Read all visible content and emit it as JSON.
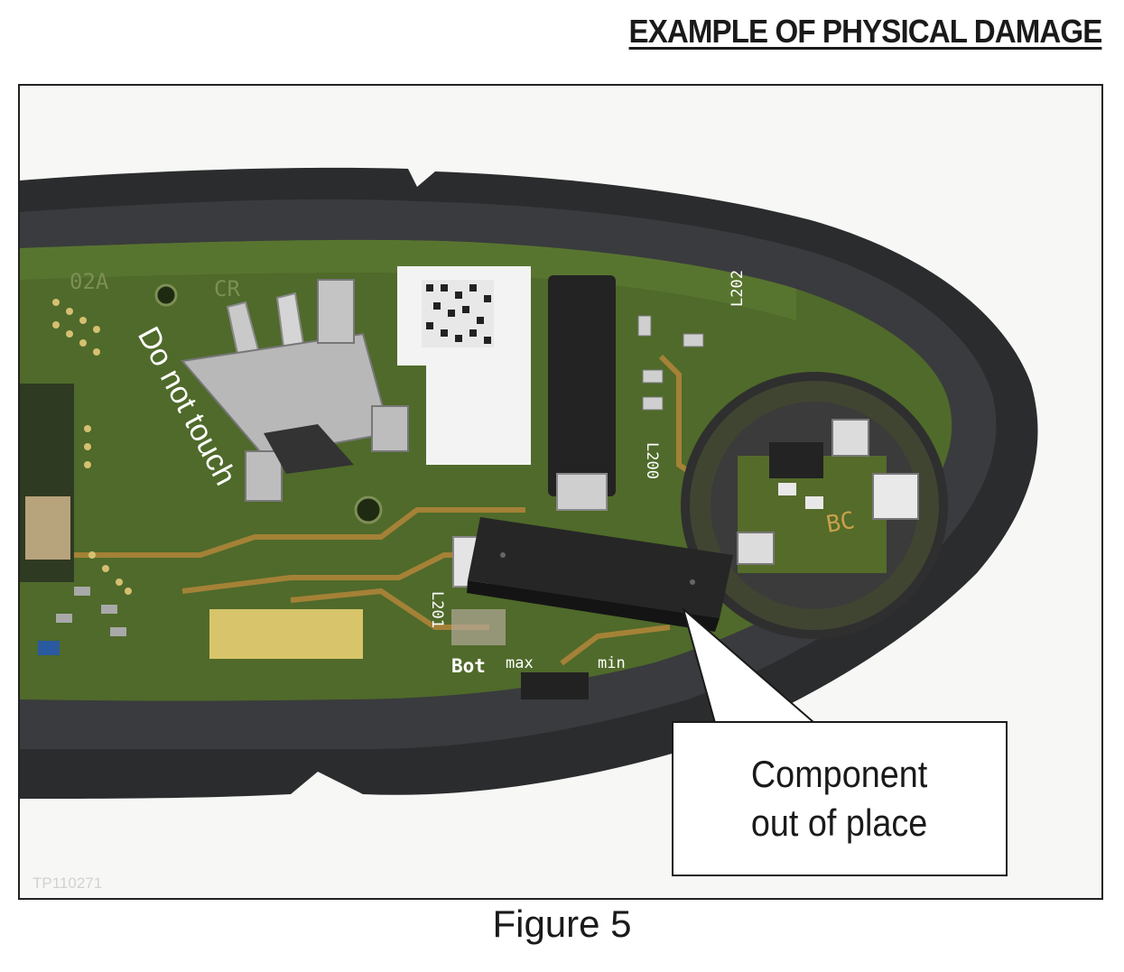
{
  "heading": "EXAMPLE OF PHYSICAL DAMAGE",
  "photo": {
    "watermark_id": "TP110271",
    "pcb_text": {
      "do_not_touch": "Do not touch",
      "code_left": "02A",
      "code_cr": "CR",
      "l202": "L202",
      "l200": "L200",
      "l201": "L201",
      "bot": "Bot",
      "max": "max",
      "min": "min",
      "bc": "BC"
    }
  },
  "callout": {
    "text": "Component\nout of place"
  },
  "caption": "Figure 5"
}
